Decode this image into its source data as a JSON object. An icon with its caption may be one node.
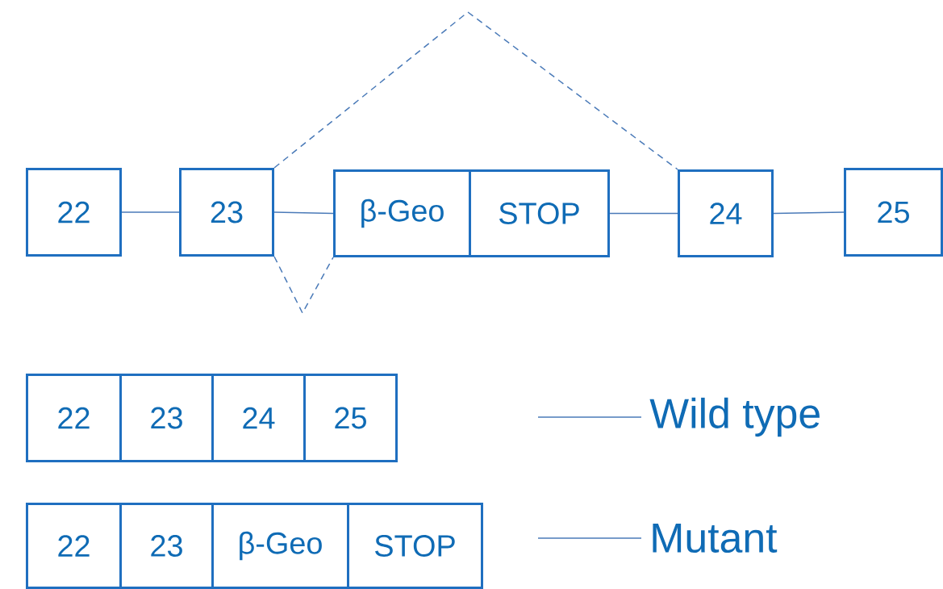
{
  "diagram": {
    "nodes": [
      {
        "text": [
          "22"
        ]
      },
      {
        "text": [
          "23"
        ]
      },
      {
        "text": [
          "β-Geo"
        ]
      },
      {
        "text": [
          "STOP"
        ]
      },
      {
        "text": [
          "24"
        ]
      },
      {
        "text": [
          "25"
        ]
      },
      {
        "text": [
          "22"
        ]
      },
      {
        "text": [
          "23"
        ]
      },
      {
        "text": [
          "24"
        ]
      },
      {
        "text": [
          "25"
        ]
      },
      {
        "text": [
          "22"
        ]
      },
      {
        "text": [
          "23"
        ]
      },
      {
        "text": [
          "β-Geo"
        ]
      },
      {
        "text": [
          "STOP"
        ]
      }
    ],
    "edges": [
      {
        "from": 0,
        "to": 1,
        "arrow": "none"
      },
      {
        "from": 1,
        "to": 2,
        "arrow": "none"
      },
      {
        "from": 3,
        "to": 4,
        "arrow": "none"
      },
      {
        "from": 4,
        "to": 5,
        "arrow": "none"
      },
      {
        "from": 1,
        "to": 4,
        "arrow": "none",
        "style": "dashed"
      },
      {
        "from": 1,
        "to": 2,
        "arrow": "none",
        "style": "dashed"
      }
    ],
    "legend": [
      {
        "text": "Wild type"
      },
      {
        "text": "Mutant"
      }
    ]
  }
}
